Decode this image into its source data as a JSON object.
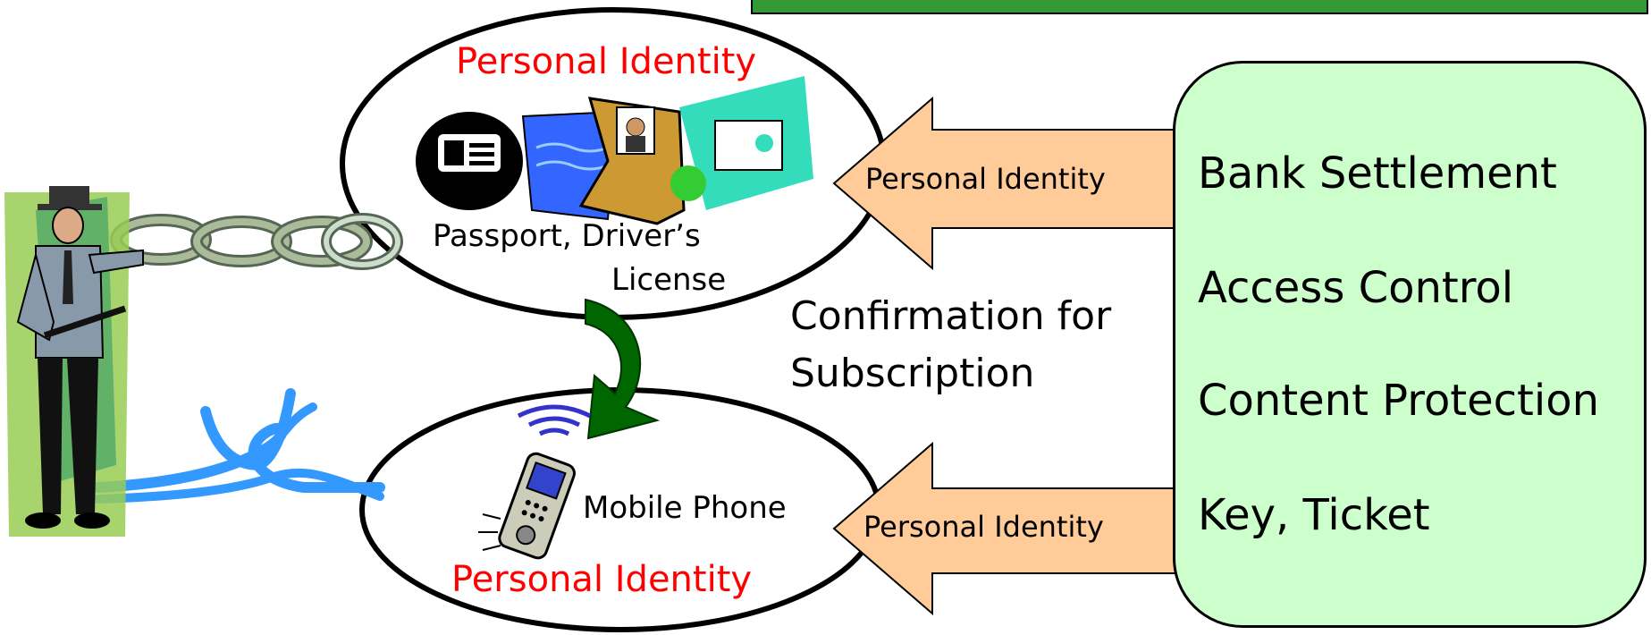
{
  "diagram": {
    "top_identity_title": "Personal Identity",
    "bottom_identity_title": "Personal Identity",
    "documents_label_line1": "Passport, Driver’s",
    "documents_label_line2": "License",
    "phone_label": "Mobile Phone",
    "confirmation_line1": "Confirmation for",
    "confirmation_line2": "Subscription",
    "arrow_top_label": "Personal Identity",
    "arrow_bottom_label": "Personal Identity",
    "services": [
      "Bank Settlement",
      "Access Control",
      "Content  Protection",
      "Key, Ticket"
    ]
  },
  "colors": {
    "title_red": "#ff0000",
    "arrow_fill": "#ffcc99",
    "panel_fill": "#ccffcc",
    "banner": "#339933",
    "curved_arrow": "#006600",
    "rope": "#3399ff"
  }
}
